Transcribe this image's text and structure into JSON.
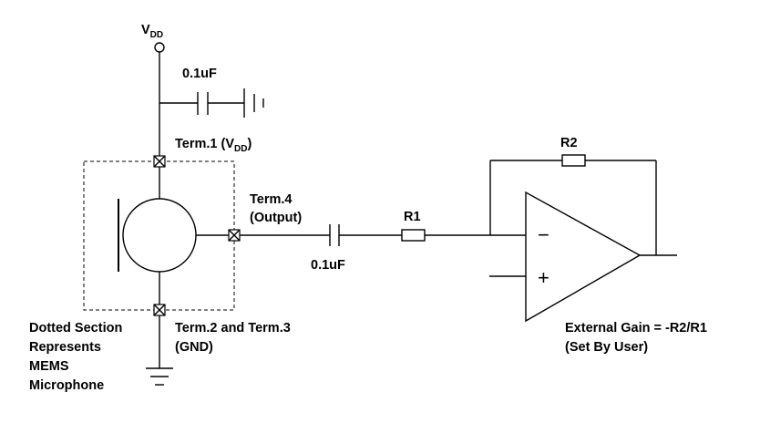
{
  "labels": {
    "vdd_main": "V",
    "vdd_sub": "DD",
    "cap_top": "0.1uF",
    "term1_main": "Term.1 (V",
    "term1_sub": "DD",
    "term1_close": ")",
    "term4_line1": "Term.4",
    "term4_line2": "(Output)",
    "cap_out": "0.1uF",
    "r1": "R1",
    "r2": "R2",
    "term23_line1": "Term.2 and Term.3",
    "term23_line2": "(GND)",
    "dotted_line1": "Dotted Section",
    "dotted_line2": "Represents",
    "dotted_line3": "MEMS",
    "dotted_line4": "Microphone",
    "gain_line1": "External Gain = -R2/R1",
    "gain_line2": "(Set By User)",
    "minus": "−",
    "plus": "+"
  }
}
